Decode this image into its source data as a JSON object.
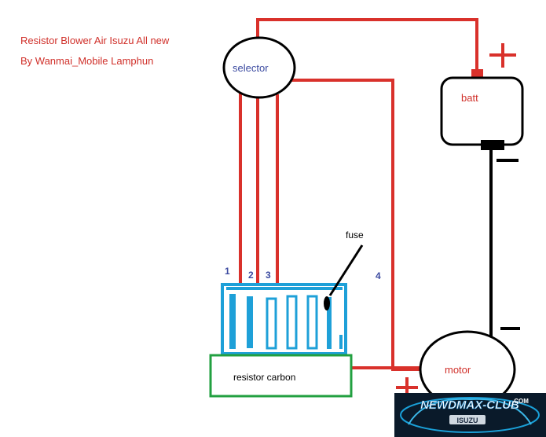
{
  "title": {
    "line1": "Resistor Blower Air Isuzu All new",
    "line2": "By Wanmai_Mobile Lamphun"
  },
  "components": {
    "selector": "selector",
    "battery": "batt",
    "motor": "motor",
    "resistor": "resistor carbon",
    "fuse": "fuse"
  },
  "wire_numbers": [
    "1",
    "2",
    "3",
    "4"
  ],
  "polarity": {
    "plus": "+",
    "minus": "−"
  },
  "watermark": {
    "brand": "NEWDMAX-CLUB",
    "suffix": ".COM",
    "badge": "ISUZU"
  },
  "colors": {
    "wire_red": "#d9312b",
    "wire_black": "#000000",
    "resistor_blue": "#1ea0d8",
    "carbon_green": "#22a040",
    "title_red": "#d0302a",
    "label_blue": "#3b4aa0",
    "component_text": "#d0302a"
  }
}
